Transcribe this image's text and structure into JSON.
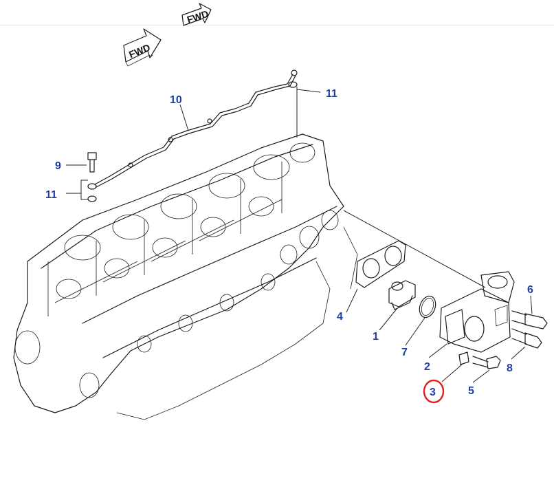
{
  "fwd_labels": [
    "FWD",
    "FWD"
  ],
  "callouts": {
    "c1": "1",
    "c2": "2",
    "c3": "3",
    "c4": "4",
    "c5": "5",
    "c6": "6",
    "c7": "7",
    "c8": "8",
    "c9": "9",
    "c10": "10",
    "c11_top": "11",
    "c11_left": "11"
  },
  "colors": {
    "callout_text": "#1f3ea8",
    "highlight_circle": "#e02020",
    "line_art": "#1a1a1a"
  },
  "highlighted_callout": "3"
}
